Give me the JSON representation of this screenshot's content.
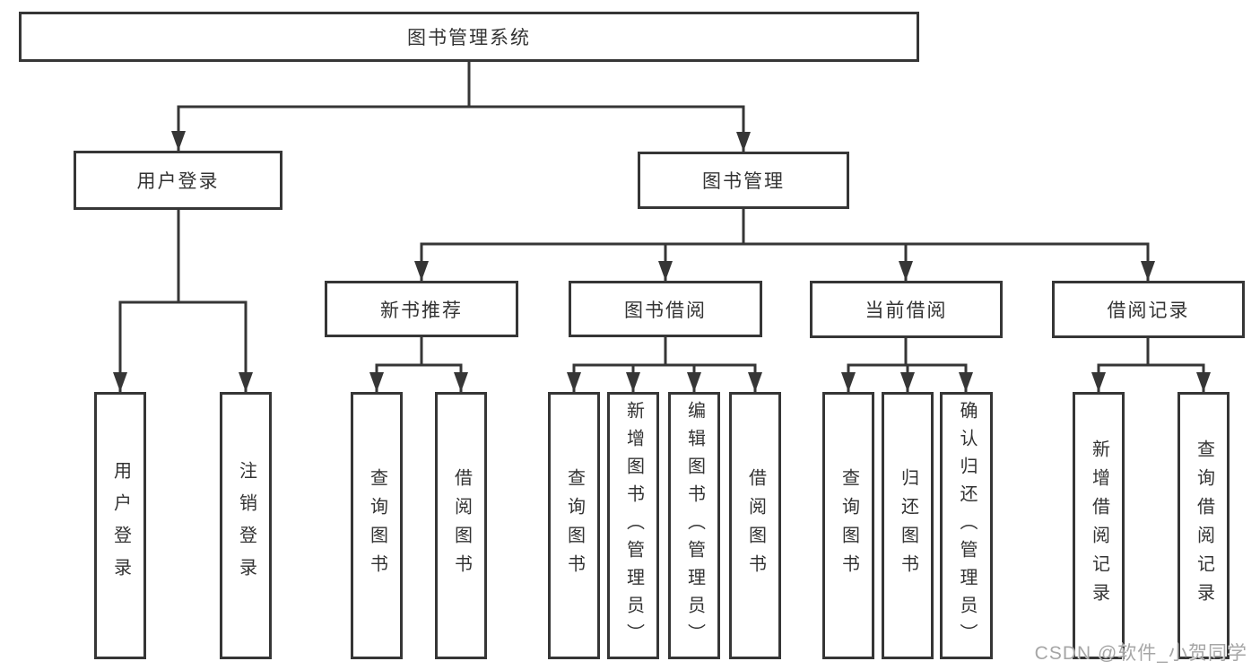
{
  "colors": {
    "line": "#363636",
    "text": "#333333",
    "watermark": "#a6a6a6",
    "background": "#ffffff"
  },
  "watermark": {
    "text": "CSDN @软件_小贺同学"
  },
  "tree": {
    "root": {
      "label": "图书管理系统",
      "children": [
        {
          "label": "用户登录",
          "children": [
            {
              "label": "用户登录"
            },
            {
              "label": "注销登录"
            }
          ]
        },
        {
          "label": "图书管理",
          "children": [
            {
              "label": "新书推荐",
              "children": [
                {
                  "label": "查询图书"
                },
                {
                  "label": "借阅图书"
                }
              ]
            },
            {
              "label": "图书借阅",
              "children": [
                {
                  "label": "查询图书"
                },
                {
                  "label": "新增图书（管理员）"
                },
                {
                  "label": "编辑图书（管理员）"
                },
                {
                  "label": "借阅图书"
                }
              ]
            },
            {
              "label": "当前借阅",
              "children": [
                {
                  "label": "查询图书"
                },
                {
                  "label": "归还图书"
                },
                {
                  "label": "确认归还（管理员）"
                }
              ]
            },
            {
              "label": "借阅记录",
              "children": [
                {
                  "label": "新增借阅记录"
                },
                {
                  "label": "查询借阅记录"
                }
              ]
            }
          ]
        }
      ]
    }
  }
}
